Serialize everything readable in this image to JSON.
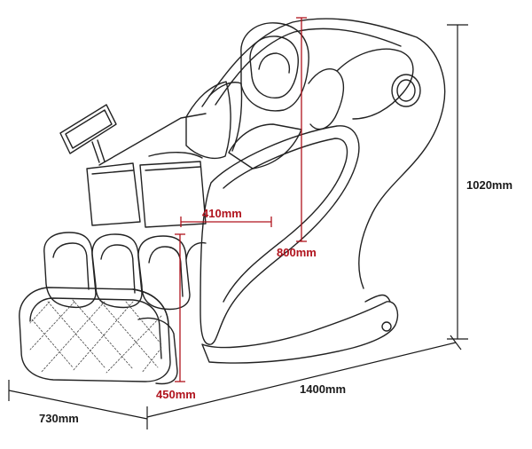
{
  "figure": {
    "subject": "massage-chair",
    "colors": {
      "line": "#222222",
      "dimension_black": "#1a1a1a",
      "dimension_red": "#b0131d",
      "background": "#ffffff"
    }
  },
  "dimensions": {
    "height": "1020mm",
    "length": "1400mm",
    "width": "730mm",
    "backrest": "800mm",
    "seat_width": "410mm",
    "seat_height": "450mm"
  }
}
